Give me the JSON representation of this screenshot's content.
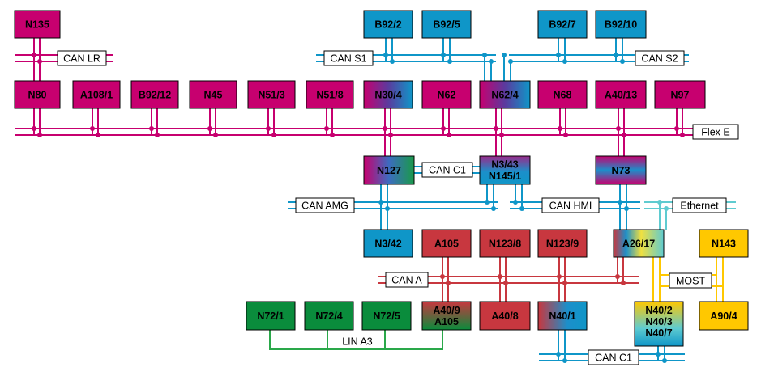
{
  "colors": {
    "magenta": "#c7006f",
    "cyan": "#0f96c8",
    "red": "#c8373f",
    "green": "#0a8c3c",
    "yellow": "#ffc800",
    "lightcyan": "#5fcbd0",
    "linegreen": "#2aa84a"
  },
  "nodes": {
    "N135": "N135",
    "B92_2": "B92/2",
    "B92_5": "B92/5",
    "B92_7": "B92/7",
    "B92_10": "B92/10",
    "N80": "N80",
    "A108_1": "A108/1",
    "B92_12": "B92/12",
    "N45": "N45",
    "N51_3": "N51/3",
    "N51_8": "N51/8",
    "N30_4": "N30/4",
    "N62": "N62",
    "N62_4": "N62/4",
    "N68": "N68",
    "A40_13": "A40/13",
    "N97": "N97",
    "N127": "N127",
    "N3_43_l1": "N3/43",
    "N3_43_l2": "N145/1",
    "N73": "N73",
    "N3_42": "N3/42",
    "A105": "A105",
    "N123_8": "N123/8",
    "N123_9": "N123/9",
    "A26_17": "A26/17",
    "N143": "N143",
    "N72_1": "N72/1",
    "N72_4": "N72/4",
    "N72_5": "N72/5",
    "A40_9_l1": "A40/9",
    "A40_9_l2": "A105",
    "A40_8": "A40/8",
    "N40_1": "N40/1",
    "N40_2_l1": "N40/2",
    "N40_2_l2": "N40/3",
    "N40_2_l3": "N40/7",
    "A90_4": "A90/4"
  },
  "buses": {
    "can_lr": "CAN LR",
    "can_s1": "CAN S1",
    "can_s2": "CAN S2",
    "flex_e": "Flex E",
    "can_c1_top": "CAN C1",
    "can_amg": "CAN AMG",
    "can_hmi": "CAN HMI",
    "ethernet": "Ethernet",
    "can_a": "CAN A",
    "most": "MOST",
    "lin_a3": "LIN A3",
    "can_c1_bottom": "CAN C1"
  }
}
